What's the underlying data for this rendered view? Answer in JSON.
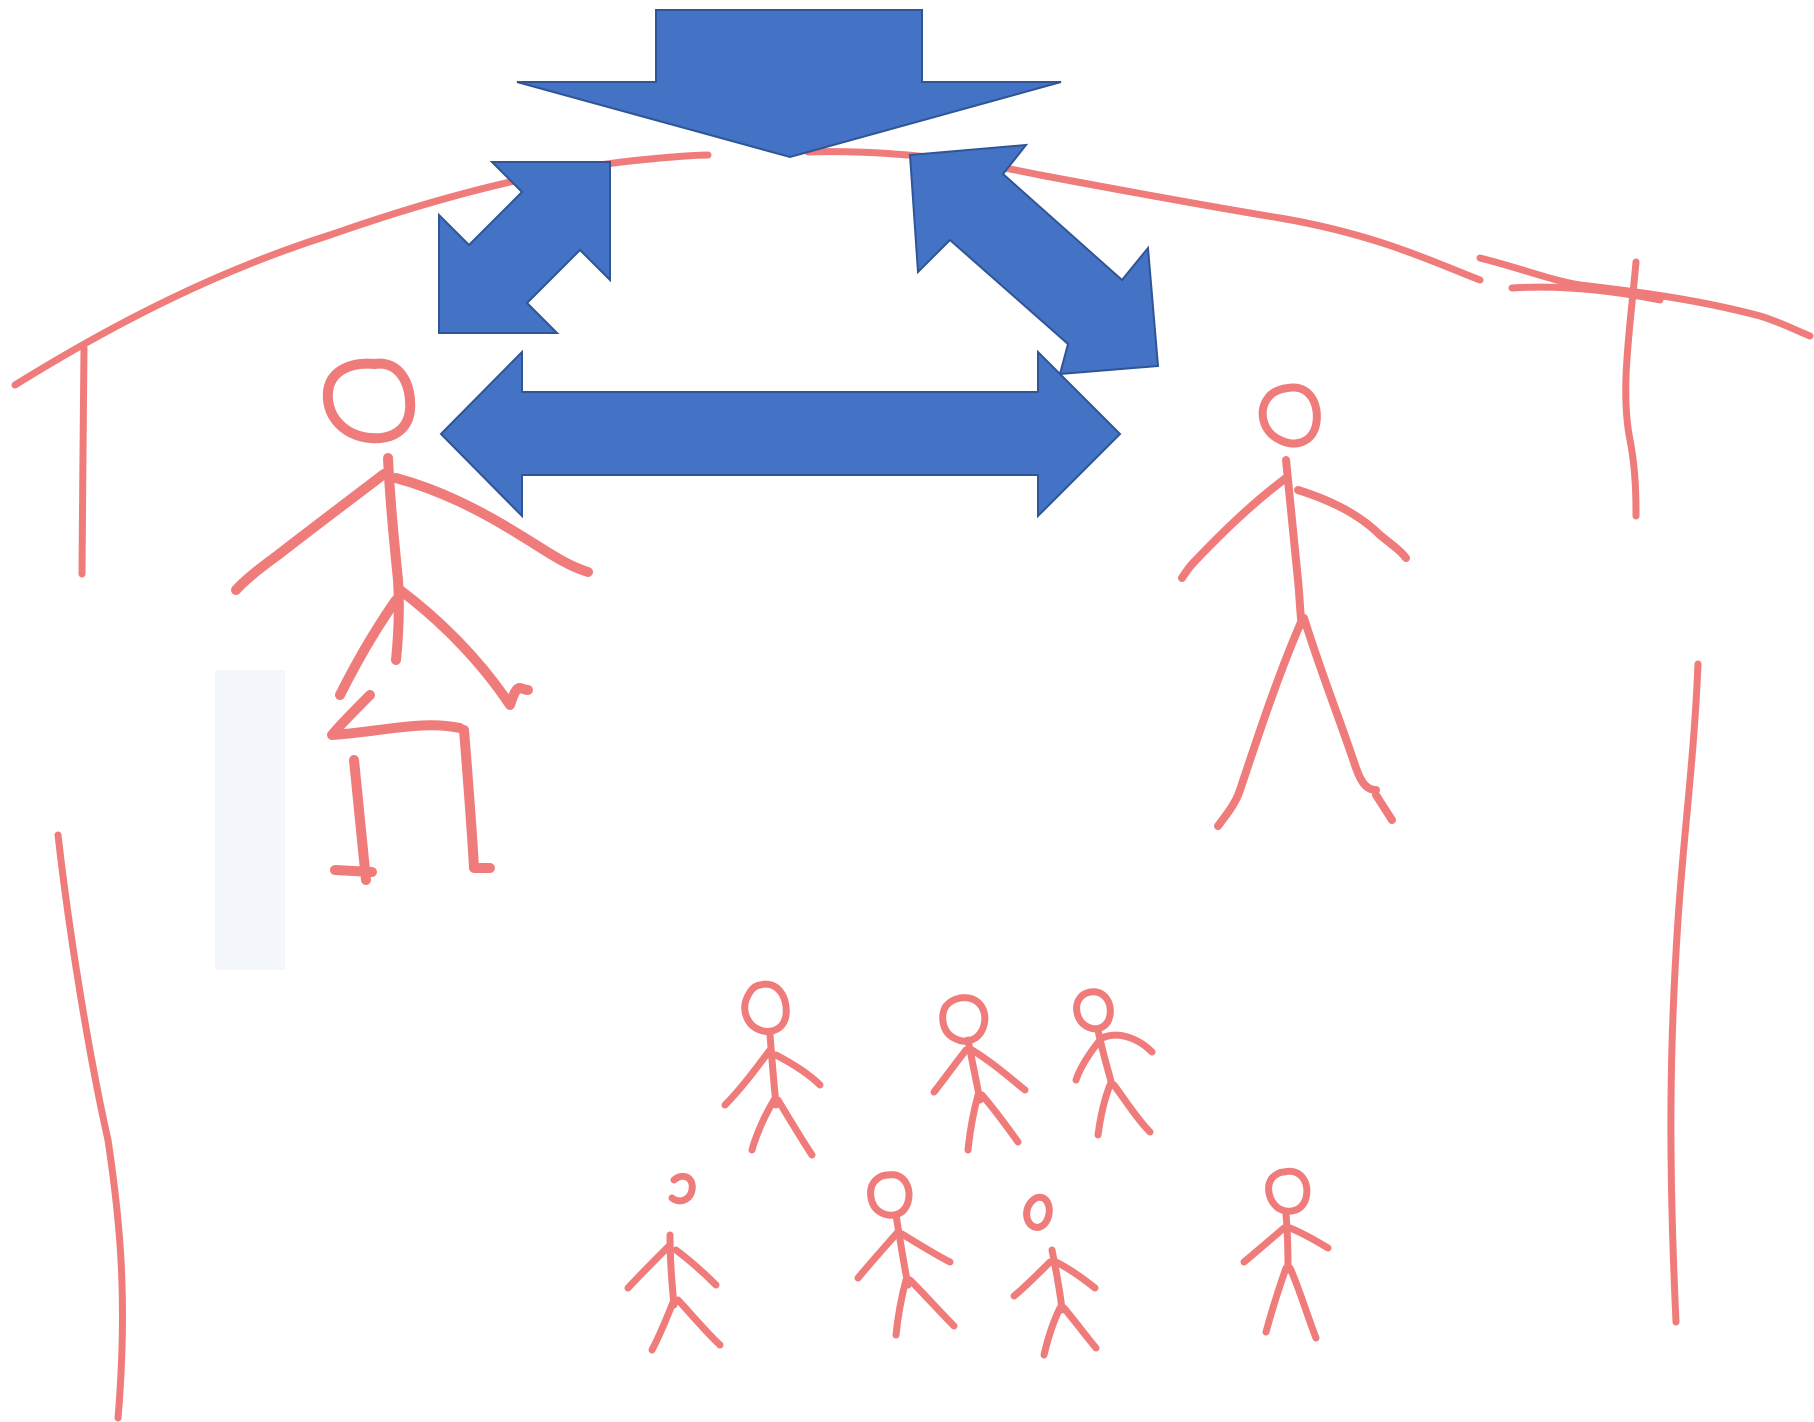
{
  "drawing": {
    "ink_color": "#f07b7b",
    "arrow_fill": "#4472c4",
    "arrow_stroke": "#2f5597",
    "background": "#ffffff",
    "paper_tint": "#f4f8fc",
    "figures": {
      "large": 2,
      "small": 7
    },
    "arrows": [
      {
        "id": "down",
        "shape": "block-arrow-down",
        "icon": "arrow-down-icon"
      },
      {
        "id": "left-diagonal",
        "shape": "double-headed-diagonal-arrow",
        "icon": "double-arrow-icon"
      },
      {
        "id": "right-diagonal",
        "shape": "double-headed-diagonal-arrow",
        "icon": "double-arrow-icon"
      },
      {
        "id": "horizontal",
        "shape": "double-headed-horizontal-arrow",
        "icon": "double-arrow-icon"
      }
    ]
  }
}
